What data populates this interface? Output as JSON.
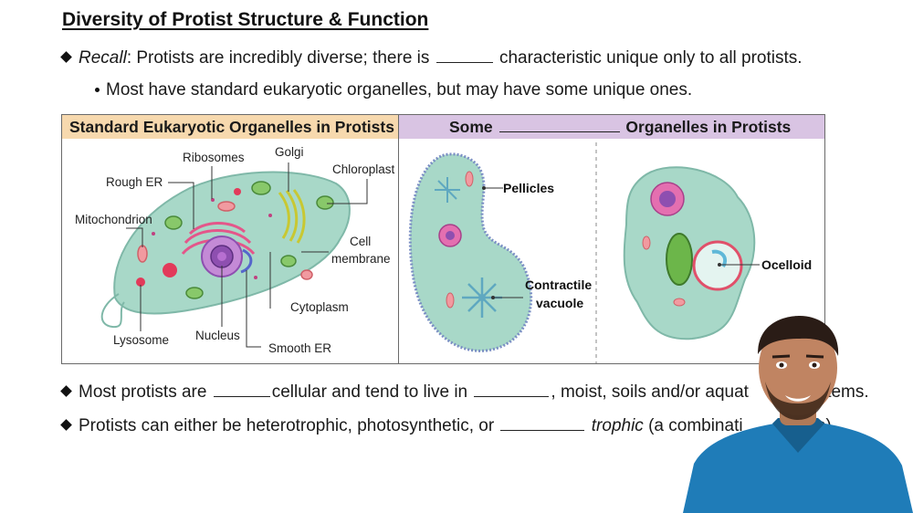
{
  "title": "Diversity of Protist Structure & Function",
  "bullet1": {
    "italic_lead": "Recall",
    "text_a": ": Protists are incredibly diverse; there is",
    "text_b": "characteristic unique only to all protists."
  },
  "sub_bullet": "Most have standard eukaryotic organelles, but may have some unique ones.",
  "figure": {
    "header_left": "Standard Eukaryotic Organelles in Protists",
    "header_right_a": "Some",
    "header_right_b": "Organelles in Protists",
    "labels": {
      "ribosomes": "Ribosomes",
      "golgi": "Golgi",
      "chloroplast": "Chloroplast",
      "rough_er": "Rough ER",
      "mitochondrion": "Mitochondrion",
      "cell": "Cell",
      "membrane": "membrane",
      "cytoplasm": "Cytoplasm",
      "lysosome": "Lysosome",
      "nucleus": "Nucleus",
      "smooth_er": "Smooth ER",
      "pellicles": "Pellicles",
      "contractile": "Contractile",
      "vacuole": "vacuole",
      "ocelloid": "Ocelloid"
    }
  },
  "bullet2": {
    "text_a": "Most protists are",
    "text_b": "cellular and tend to live in",
    "text_c": ", moist, soils and/or aquat",
    "text_d": "tems."
  },
  "bullet3": {
    "text_a": "Protists can either be heterotrophic, photosynthetic, or",
    "italic": "trophic",
    "text_b": "(a combinati",
    "text_c": "two)."
  },
  "colors": {
    "cell_fill": "#a8d8c8",
    "header_left_bg": "#f7d9ae",
    "header_right_bg": "#d9c4e3",
    "presenter_shirt": "#1f7cb8"
  }
}
